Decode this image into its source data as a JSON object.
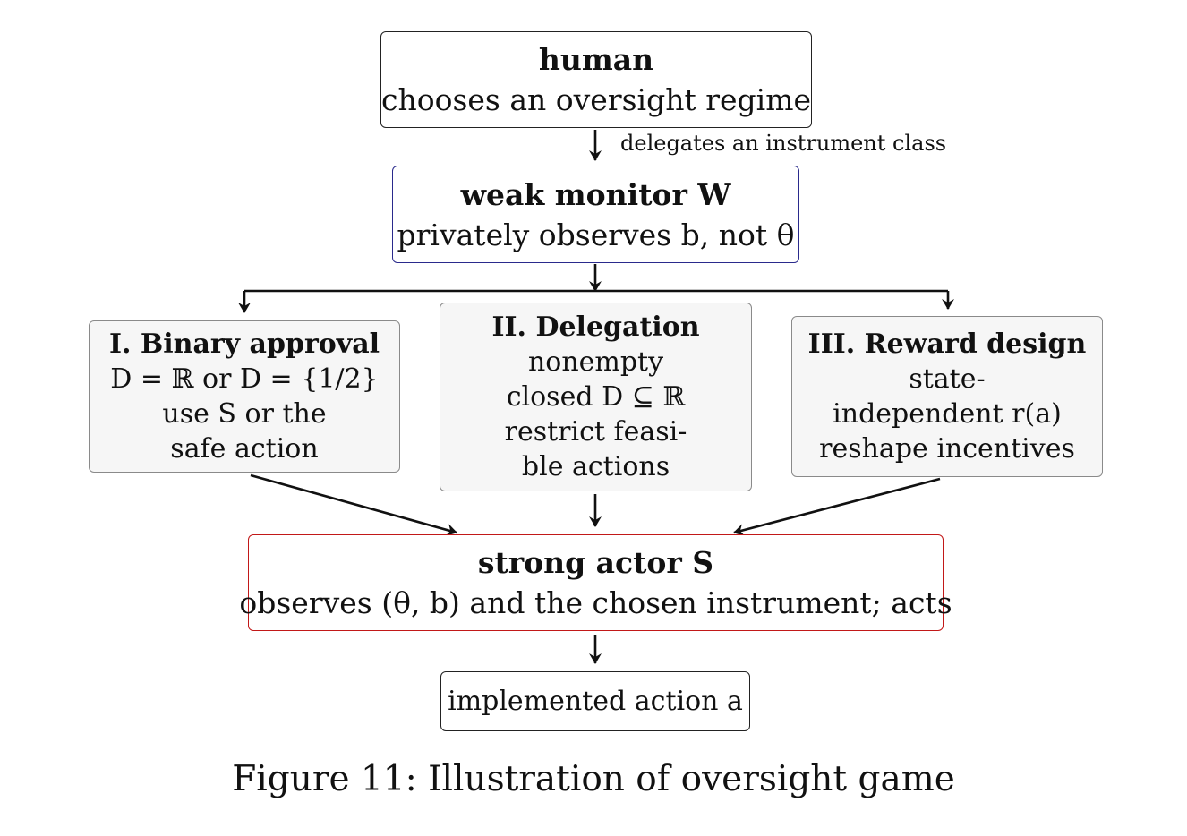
{
  "nodes": {
    "human": {
      "title": "human",
      "text": "chooses an oversight regime"
    },
    "weak_monitor": {
      "title": "weak monitor W",
      "text": "privately observes b, not θ"
    },
    "instruments": [
      {
        "title": "I. Binary approval",
        "lines": [
          "D = ℝ or D = {1/2}",
          "use S or the",
          "safe action"
        ]
      },
      {
        "title": "II. Delegation",
        "lines": [
          "nonempty",
          "closed D ⊆ ℝ",
          "restrict feasi-",
          "ble actions"
        ]
      },
      {
        "title": "III. Reward design",
        "lines": [
          "state-",
          "independent r(a)",
          "reshape incentives"
        ]
      }
    ],
    "strong_actor": {
      "title": "strong actor S",
      "text": "observes (θ, b) and the chosen instrument; acts"
    },
    "implemented": {
      "text": "implemented action a"
    }
  },
  "edges": {
    "human_to_monitor": "delegates an instrument class"
  },
  "caption": "Figure 11: Illustration of oversight game",
  "colors": {
    "monitor_border": "#2a2a8c",
    "actor_border": "#c21818",
    "instrument_fill": "#f6f6f6"
  }
}
